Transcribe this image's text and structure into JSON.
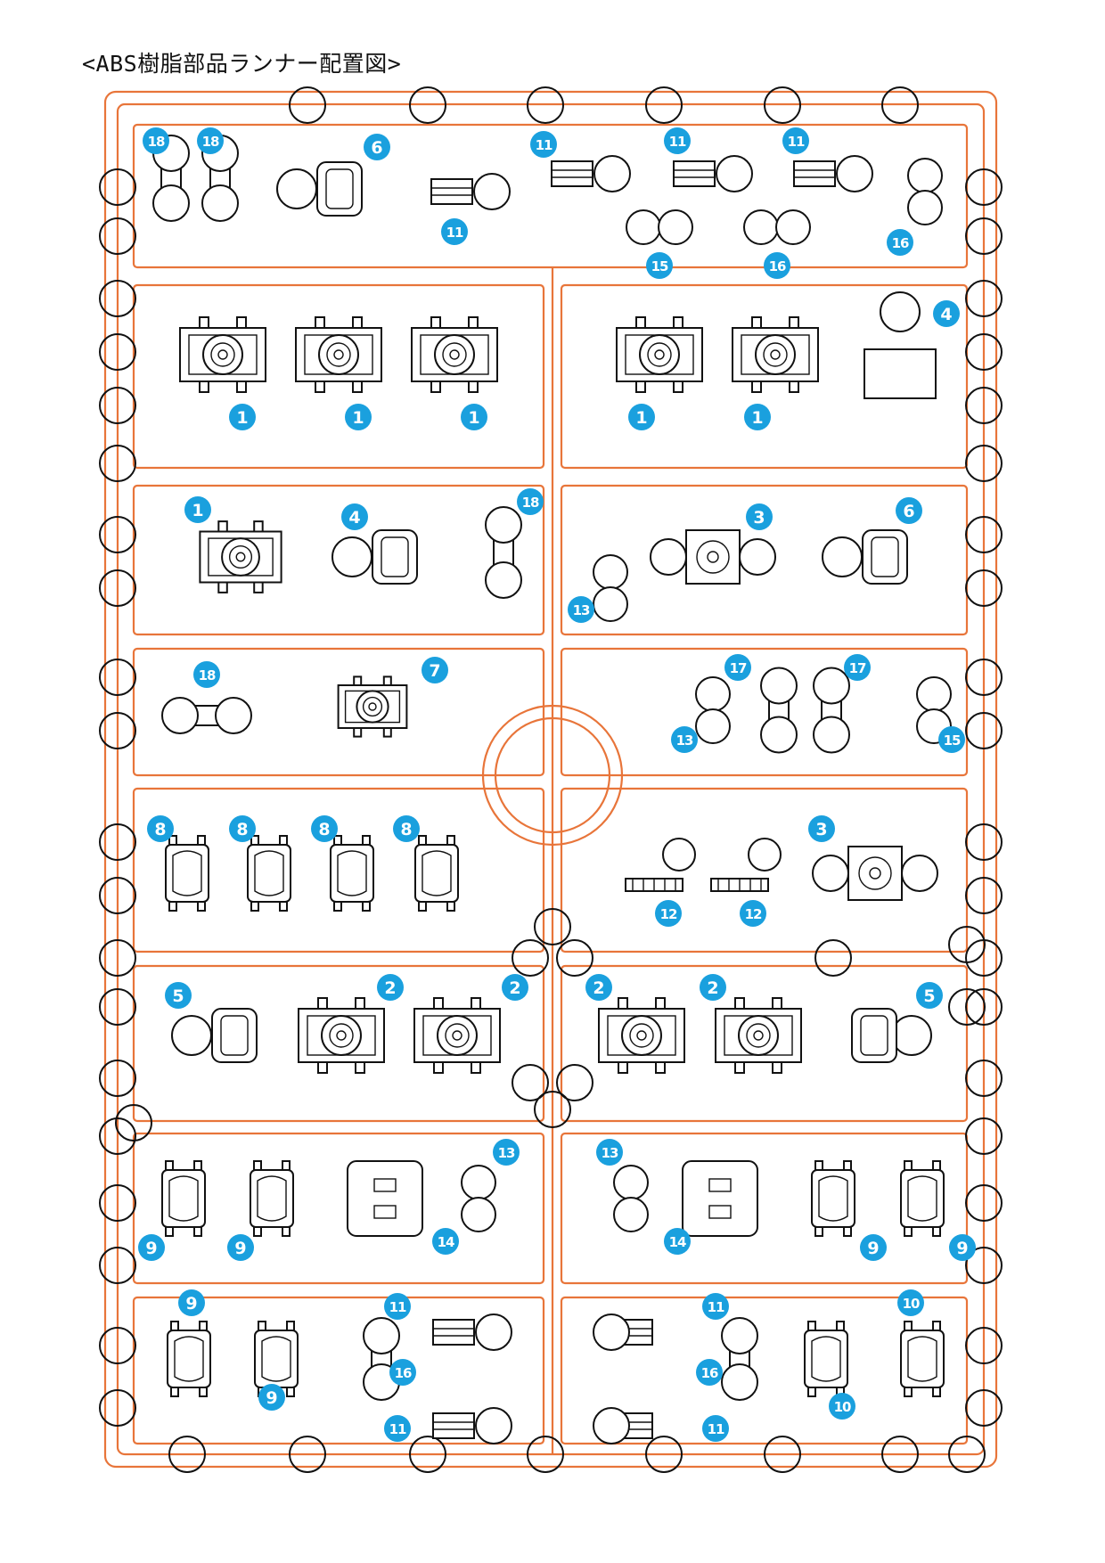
{
  "title": "<ABS樹脂部品ランナー配置図>",
  "colors": {
    "runner": "#e8753a",
    "badge": "#1aa0de",
    "outline": "#111111"
  },
  "sections": [
    {
      "name": "row-1",
      "badges": [
        "18",
        "18",
        "6",
        "11",
        "11",
        "11",
        "11",
        "15",
        "16",
        "16"
      ]
    },
    {
      "name": "row-2",
      "badges": [
        "1",
        "1",
        "1",
        "1",
        "1",
        "4"
      ]
    },
    {
      "name": "row-3",
      "badges": [
        "1",
        "4",
        "18",
        "3",
        "6",
        "13"
      ]
    },
    {
      "name": "row-4",
      "badges": [
        "18",
        "7",
        "17",
        "17",
        "13",
        "15"
      ]
    },
    {
      "name": "row-5",
      "badges": [
        "8",
        "8",
        "8",
        "8",
        "3",
        "12",
        "12"
      ]
    },
    {
      "name": "row-6",
      "badges": [
        "5",
        "2",
        "2",
        "2",
        "2",
        "5"
      ]
    },
    {
      "name": "row-7",
      "badges": [
        "13",
        "13",
        "9",
        "9",
        "14",
        "14",
        "9",
        "9"
      ]
    },
    {
      "name": "row-8",
      "badges": [
        "9",
        "9",
        "11",
        "11",
        "11",
        "11",
        "16",
        "16",
        "10",
        "10"
      ]
    }
  ]
}
